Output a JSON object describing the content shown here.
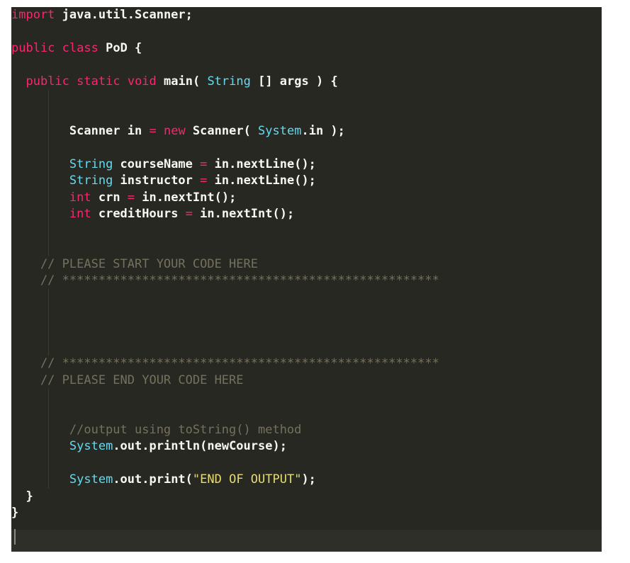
{
  "editor": {
    "colors": {
      "background": "#272822",
      "keyword": "#f92672",
      "type": "#66d9ef",
      "comment": "#75715e",
      "string": "#e6db74",
      "text": "#f8f8f2"
    },
    "lines": [
      {
        "tokens": [
          {
            "t": "import",
            "c": "kw"
          },
          {
            "t": " java.util.Scanner;",
            "c": "bo"
          }
        ]
      },
      {
        "tokens": []
      },
      {
        "tokens": [
          {
            "t": "public",
            "c": "kw"
          },
          {
            "t": " ",
            "c": "pl"
          },
          {
            "t": "class",
            "c": "kw"
          },
          {
            "t": " PoD {",
            "c": "bo"
          }
        ]
      },
      {
        "tokens": []
      },
      {
        "tokens": [
          {
            "t": "  ",
            "c": "pl"
          },
          {
            "t": "public",
            "c": "kw"
          },
          {
            "t": " ",
            "c": "pl"
          },
          {
            "t": "static",
            "c": "kw"
          },
          {
            "t": " ",
            "c": "pl"
          },
          {
            "t": "void",
            "c": "kw"
          },
          {
            "t": " main( ",
            "c": "bo"
          },
          {
            "t": "String",
            "c": "ty"
          },
          {
            "t": " [] args ) {",
            "c": "bo"
          }
        ]
      },
      {
        "tokens": []
      },
      {
        "tokens": []
      },
      {
        "tokens": [
          {
            "t": "        Scanner in ",
            "c": "bo"
          },
          {
            "t": "=",
            "c": "kw"
          },
          {
            "t": " ",
            "c": "pl"
          },
          {
            "t": "new",
            "c": "kw"
          },
          {
            "t": " Scanner( ",
            "c": "bo"
          },
          {
            "t": "System",
            "c": "ty"
          },
          {
            "t": ".in );",
            "c": "bo"
          }
        ]
      },
      {
        "tokens": []
      },
      {
        "tokens": [
          {
            "t": "        ",
            "c": "pl"
          },
          {
            "t": "String",
            "c": "ty"
          },
          {
            "t": " courseName ",
            "c": "bo"
          },
          {
            "t": "=",
            "c": "kw"
          },
          {
            "t": " in.nextLine();",
            "c": "bo"
          }
        ]
      },
      {
        "tokens": [
          {
            "t": "        ",
            "c": "pl"
          },
          {
            "t": "String",
            "c": "ty"
          },
          {
            "t": " instructor ",
            "c": "bo"
          },
          {
            "t": "=",
            "c": "kw"
          },
          {
            "t": " in.nextLine();",
            "c": "bo"
          }
        ]
      },
      {
        "tokens": [
          {
            "t": "        ",
            "c": "pl"
          },
          {
            "t": "int",
            "c": "kw"
          },
          {
            "t": " crn ",
            "c": "bo"
          },
          {
            "t": "=",
            "c": "kw"
          },
          {
            "t": " in.nextInt();",
            "c": "bo"
          }
        ]
      },
      {
        "tokens": [
          {
            "t": "        ",
            "c": "pl"
          },
          {
            "t": "int",
            "c": "kw"
          },
          {
            "t": " creditHours ",
            "c": "bo"
          },
          {
            "t": "=",
            "c": "kw"
          },
          {
            "t": " in.nextInt();",
            "c": "bo"
          }
        ]
      },
      {
        "tokens": []
      },
      {
        "tokens": []
      },
      {
        "tokens": [
          {
            "t": "    // PLEASE START YOUR CODE HERE",
            "c": "cm"
          }
        ]
      },
      {
        "tokens": [
          {
            "t": "    // ****************************************************",
            "c": "cm"
          }
        ]
      },
      {
        "tokens": []
      },
      {
        "tokens": []
      },
      {
        "tokens": []
      },
      {
        "tokens": []
      },
      {
        "tokens": [
          {
            "t": "    // ****************************************************",
            "c": "cm"
          }
        ]
      },
      {
        "tokens": [
          {
            "t": "    // PLEASE END YOUR CODE HERE",
            "c": "cm"
          }
        ]
      },
      {
        "tokens": []
      },
      {
        "tokens": []
      },
      {
        "tokens": [
          {
            "t": "        //output using toString() method",
            "c": "cm"
          }
        ]
      },
      {
        "tokens": [
          {
            "t": "        ",
            "c": "pl"
          },
          {
            "t": "System",
            "c": "ty"
          },
          {
            "t": ".out.println(newCourse);",
            "c": "bo"
          }
        ]
      },
      {
        "tokens": []
      },
      {
        "tokens": [
          {
            "t": "        ",
            "c": "pl"
          },
          {
            "t": "System",
            "c": "ty"
          },
          {
            "t": ".out.print(",
            "c": "bo"
          },
          {
            "t": "\"END OF OUTPUT\"",
            "c": "str"
          },
          {
            "t": ");",
            "c": "bo"
          }
        ]
      },
      {
        "tokens": [
          {
            "t": "  }",
            "c": "bo"
          }
        ]
      },
      {
        "tokens": [
          {
            "t": "}",
            "c": "bo"
          }
        ]
      }
    ]
  }
}
